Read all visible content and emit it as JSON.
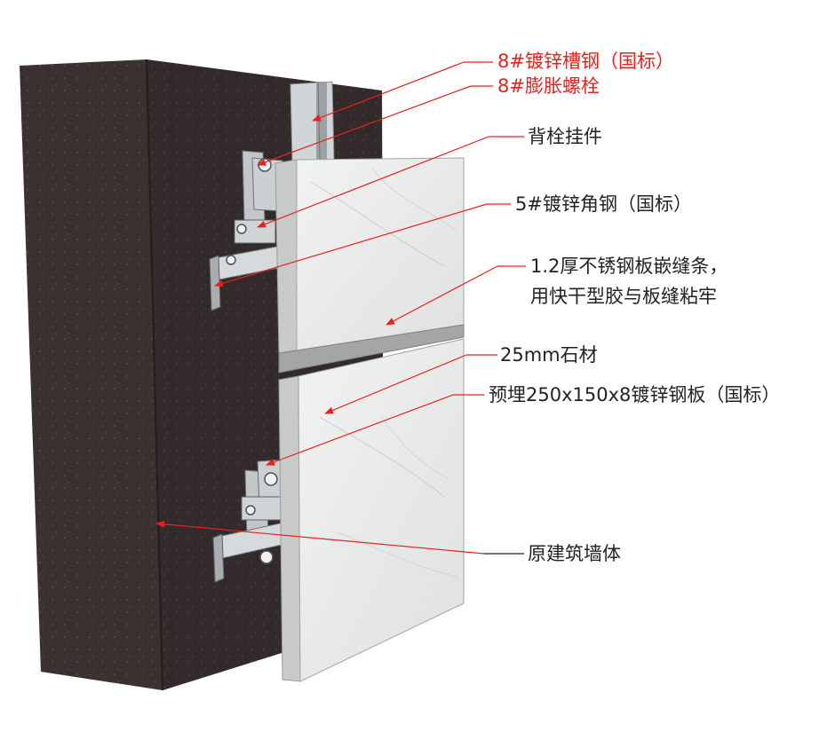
{
  "colors": {
    "callout_red": "#e8211d",
    "callout_dark": "#222222",
    "wall": "#3b3131",
    "stone": "#e9ebeb",
    "steel": "#c9ccce"
  },
  "labels": {
    "channel_steel": "8#镀锌槽钢（国标）",
    "expansion_bolt": "8#膨胀螺栓",
    "back_bolt_hanger": "背栓挂件",
    "angle_steel": "5#镀锌角钢（国标）",
    "joint_strip_line1": "1.2厚不锈钢板嵌缝条，",
    "joint_strip_line2": "用快干型胶与板缝粘牢",
    "stone_thickness": "25mm石材",
    "embedded_plate": "预埋250x150x8镀锌钢板（国标）",
    "original_wall": "原建筑墙体"
  }
}
